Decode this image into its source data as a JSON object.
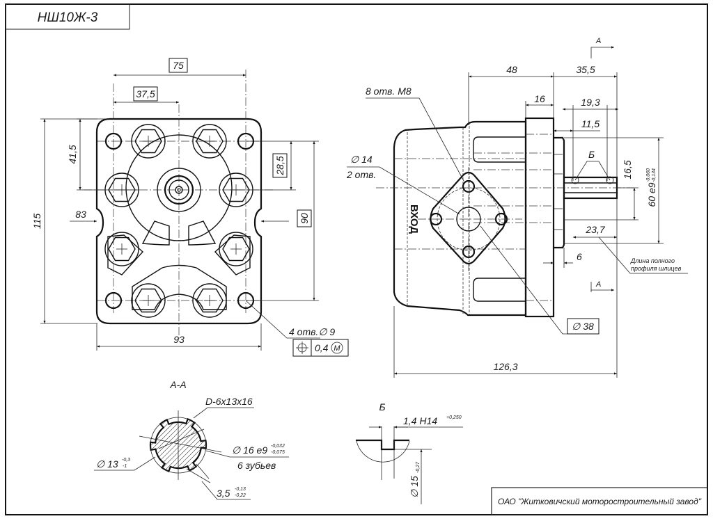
{
  "sheet": {
    "model_title": "НШ10Ж-3",
    "manufacturer": "ОАО \"Житковичский моторостроительный завод\""
  },
  "front_view": {
    "dims": {
      "width_between_holes": "75",
      "half_width": "37,5",
      "height_offset": "41,5",
      "overall_height": "115",
      "port_offset": "28,5",
      "hole_spacing_vertical": "90",
      "waist_width": "83",
      "overall_width": "93"
    },
    "hole_callout": "4 отв.∅ 9",
    "tolerance_frame": {
      "symbol": "⌖",
      "value": "0,4",
      "modifier": "M"
    }
  },
  "side_view": {
    "section_marker": "А",
    "inlet_label": "ВХОД",
    "dims": {
      "body_length": "48",
      "shaft_length": "35,5",
      "flange_thickness": "16",
      "spline_end": "19,3",
      "spline_start": "11,5",
      "shaft_offset": "16,5",
      "pilot_diameter": "60 e9",
      "pilot_tol_upper": "-0,060",
      "pilot_tol_lower": "-0,134",
      "spline_length": "23,7",
      "pilot_length": "6",
      "overall_length": "126,3",
      "port_bolt_circle": "∅ 38"
    },
    "callouts": {
      "threaded_holes": "8 отв. М8",
      "port_diameter": "∅ 14",
      "port_count": "2 отв.",
      "detail_marker": "Б",
      "spline_note_line1": "Длина полного",
      "spline_note_line2": "профиля шлицев"
    }
  },
  "section_aa": {
    "title": "А-А",
    "spline_spec": "D-6x13x16",
    "major_diameter": "∅ 16 e9",
    "major_tol_upper": "-0,032",
    "major_tol_lower": "-0,075",
    "teeth_count": "6 зубьев",
    "minor_diameter": "∅ 13",
    "minor_tol_upper": "-0,3",
    "minor_tol_lower": "-1",
    "tooth_width": "3,5",
    "tooth_tol_upper": "-0,13",
    "tooth_tol_lower": "-0,22"
  },
  "detail_b": {
    "title": "Б",
    "groove_width": "1,4 Н14",
    "groove_tol": "+0,250",
    "diameter": "∅ 15",
    "diameter_tol": "-0,27"
  }
}
